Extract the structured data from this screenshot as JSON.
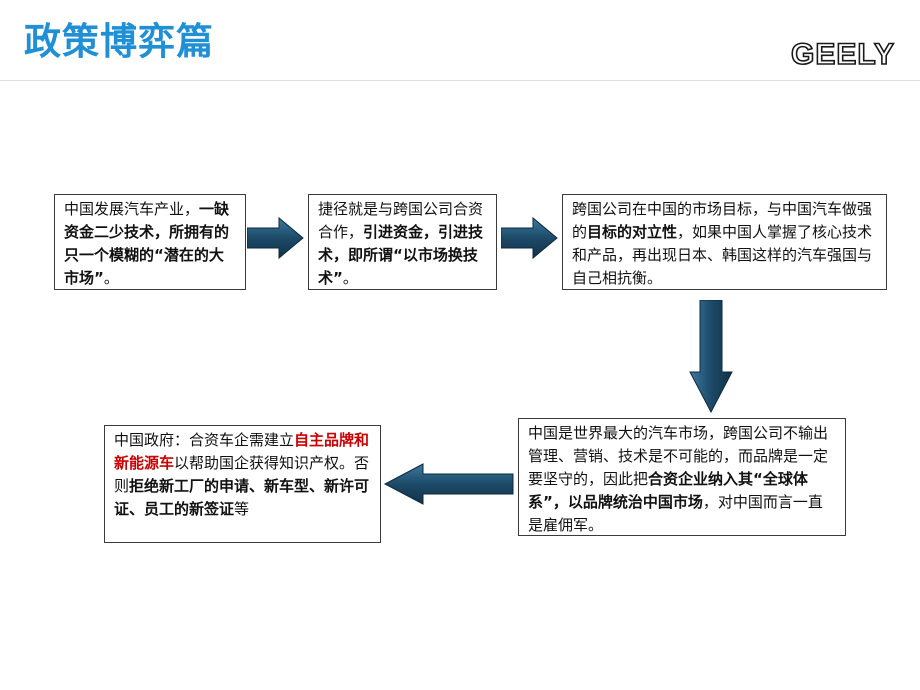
{
  "header": {
    "title": "政策博弈篇",
    "logo_text": "GEELY"
  },
  "colors": {
    "title": "#1f8fd6",
    "arrow": "#1d4a68",
    "highlight_red": "#cc0000"
  },
  "icons": {
    "arrow_shape": "thick-arrow"
  },
  "flow": {
    "box1": {
      "seg1": "中国发展汽车产业，",
      "seg2": "一缺资金二少技术，所拥有的只一个模糊的“潜在的大市场”",
      "seg3": "。"
    },
    "box2": {
      "seg1": "捷径就是与跨国公司合资合作，",
      "seg2": "引进资金，引进技术，即所谓“以市场换技术”",
      "seg3": "。"
    },
    "box3": {
      "seg1": "跨国公司在中国的市场目标，与中国汽车做强的",
      "seg2": "目标的对立性",
      "seg3": "，如果中国人掌握了核心技术和产品，再出现日本、韩国这样的汽车强国与自己相抗衡。"
    },
    "box4": {
      "seg1": "中国是世界最大的汽车市场，跨国公司不输出管理、营销、技术是不可能的，而品牌是一定要坚守的，因此把",
      "seg2": "合资企业纳入其“全球体系”，以品牌统治中国市场",
      "seg3": "，对中国而言一直是雇佣军。"
    },
    "box5": {
      "seg1": "中国政府：合资车企需建立",
      "seg2": "自主品牌和新能源车",
      "seg3": "以帮助国企获得知识产权。否则",
      "seg4": "拒绝新工厂的申请、新车型、新许可证、员工的新签证",
      "seg5": "等"
    }
  }
}
